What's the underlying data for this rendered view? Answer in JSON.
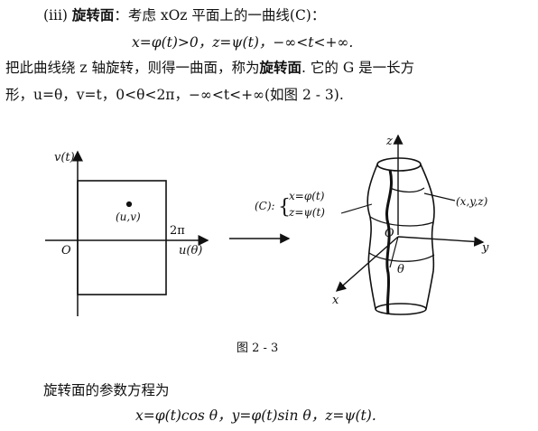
{
  "text": {
    "line1_prefix": "(iii) ",
    "line1_bold": "旋转面",
    "line1_rest": "：考虑 xOz 平面上的一曲线(C)：",
    "line2": "x=φ(t)>0，z=ψ(t)，−∞<t<+∞.",
    "line3_a": "把此曲线绕 z 轴旋转，则得一曲面，称为",
    "line3_bold": "旋转面",
    "line3_b": ". 它的 G 是一长方",
    "line4": "形，u=θ，v=t，0<θ<2π，−∞<t<+∞(如图 2 - 3).",
    "caption": "图 2 - 3",
    "line5": "旋转面的参数方程为",
    "line6": "x=φ(t)cos θ，y=φ(t)sin θ，z=ψ(t)."
  },
  "figure_left": {
    "v_axis_label": "v(t)",
    "u_axis_label": "u(θ)",
    "origin_label": "O",
    "two_pi_label": "2π",
    "point_label": "(u,v)"
  },
  "figure_right": {
    "curve_label": "(C):",
    "curve_eq_x": "x=φ(t)",
    "curve_eq_z": "z=ψ(t)",
    "z_label": "z",
    "y_label": "y",
    "x_label": "x",
    "origin_label": "O",
    "theta_label": "θ",
    "point_label": "(x,y,z)"
  }
}
